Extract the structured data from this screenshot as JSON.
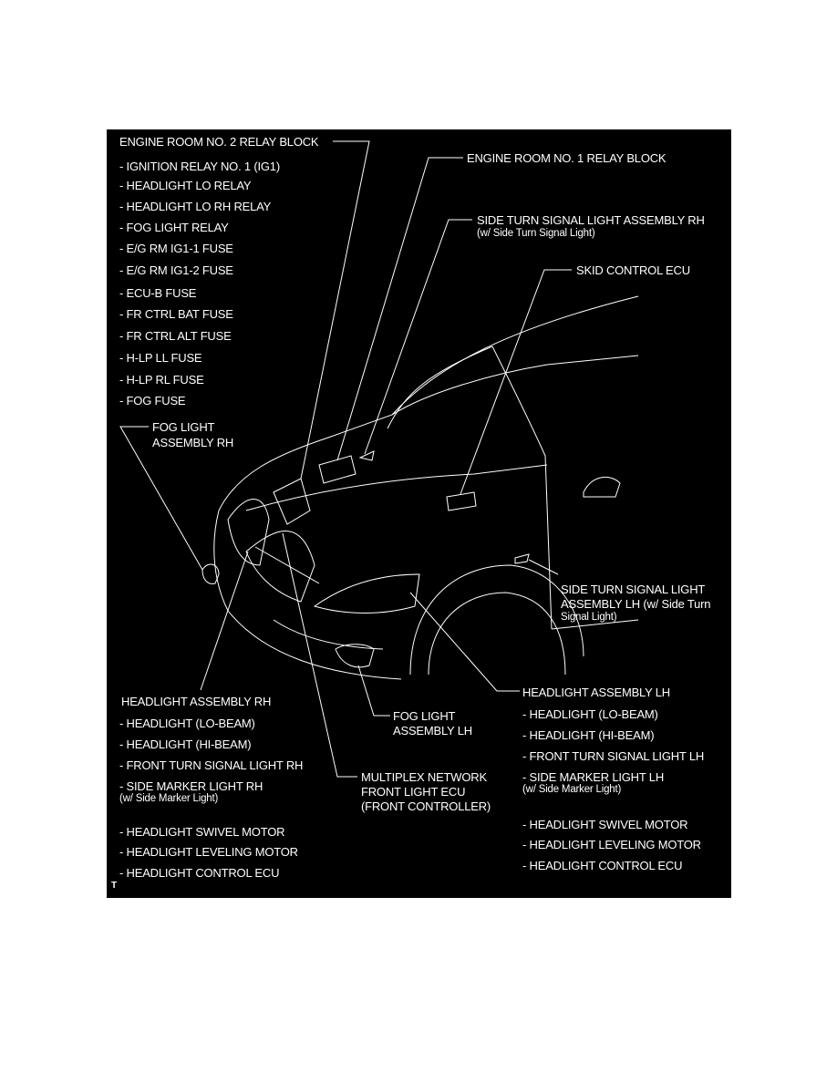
{
  "relay_block_2": {
    "title": "ENGINE ROOM NO. 2 RELAY BLOCK",
    "items": [
      "- IGNITION RELAY NO. 1 (IG1)",
      "- HEADLIGHT LO RELAY",
      "- HEADLIGHT LO RH RELAY",
      "- FOG LIGHT RELAY",
      "- E/G RM IG1-1 FUSE",
      "- E/G RM IG1-2 FUSE",
      "- ECU-B FUSE",
      "- FR CTRL BAT FUSE",
      "- FR CTRL ALT FUSE",
      "- H-LP LL FUSE",
      "- H-LP RL FUSE",
      "- FOG FUSE"
    ]
  },
  "relay_block_1": "ENGINE ROOM NO. 1 RELAY BLOCK",
  "side_turn_rh": {
    "line1": "SIDE TURN SIGNAL LIGHT ASSEMBLY RH",
    "line2": "(w/ Side Turn Signal Light)"
  },
  "skid_ecu": "SKID CONTROL ECU",
  "fog_rh": {
    "line1": "FOG LIGHT",
    "line2": "ASSEMBLY RH"
  },
  "side_turn_lh": {
    "line1": "SIDE TURN SIGNAL LIGHT",
    "line2": "ASSEMBLY LH (w/ Side Turn",
    "line3": "Signal Light)"
  },
  "headlight_rh": {
    "title": "HEADLIGHT ASSEMBLY RH",
    "items": [
      "- HEADLIGHT (LO-BEAM)",
      "- HEADLIGHT (HI-BEAM)",
      "- FRONT TURN SIGNAL LIGHT RH",
      "- SIDE MARKER LIGHT RH"
    ],
    "note": "(w/ Side Marker Light)",
    "items2": [
      "- HEADLIGHT SWIVEL MOTOR",
      "- HEADLIGHT LEVELING MOTOR",
      "- HEADLIGHT CONTROL ECU"
    ]
  },
  "headlight_lh": {
    "title": "HEADLIGHT ASSEMBLY LH",
    "items": [
      "- HEADLIGHT (LO-BEAM)",
      "- HEADLIGHT (HI-BEAM)",
      "- FRONT TURN SIGNAL LIGHT LH",
      "- SIDE MARKER LIGHT LH"
    ],
    "note": "(w/ Side Marker Light)",
    "items2": [
      "- HEADLIGHT SWIVEL MOTOR",
      "- HEADLIGHT LEVELING MOTOR",
      "- HEADLIGHT CONTROL ECU"
    ]
  },
  "fog_lh": {
    "line1": "FOG LIGHT",
    "line2": "ASSEMBLY LH"
  },
  "multiplex": {
    "line1": "MULTIPLEX NETWORK",
    "line2": "FRONT LIGHT ECU",
    "line3": "(FRONT CONTROLLER)"
  },
  "corner_mark": "T",
  "colors": {
    "background": "#000000",
    "ink": "#ffffff",
    "page": "#ffffff"
  }
}
